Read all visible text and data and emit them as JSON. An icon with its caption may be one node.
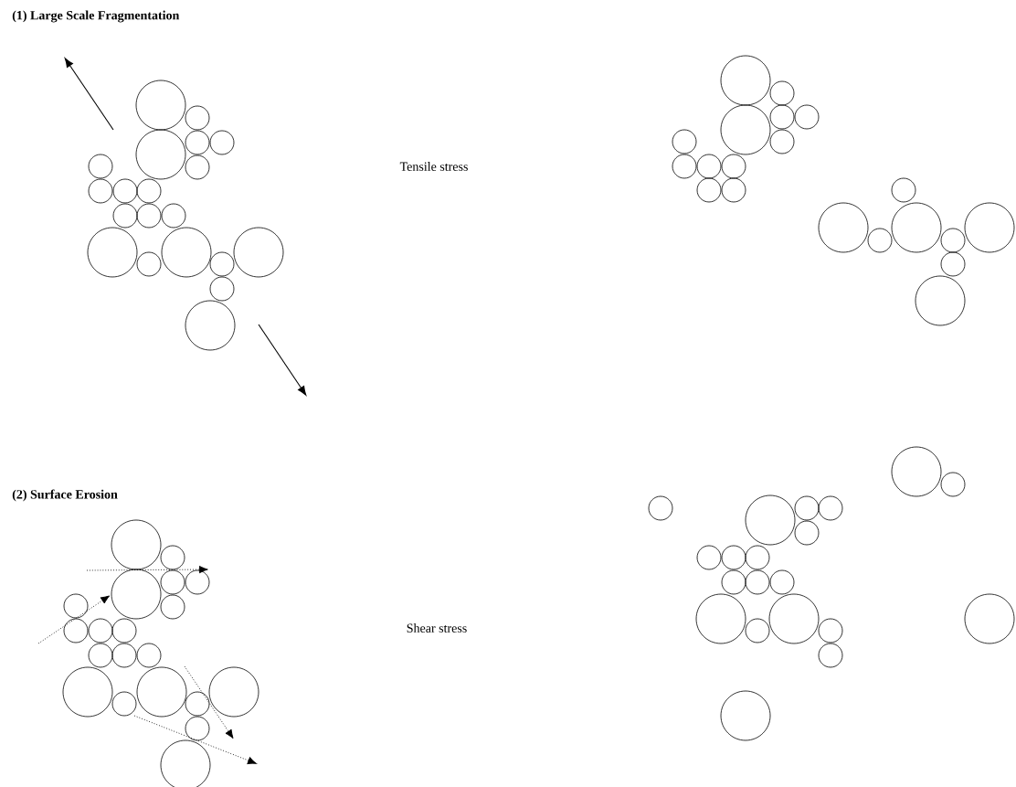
{
  "diagram": {
    "labels": [
      "(1) Large Scale Fragmentation",
      "Tensile stress",
      "(2) Surface Erosion",
      "Shear stress"
    ]
  }
}
